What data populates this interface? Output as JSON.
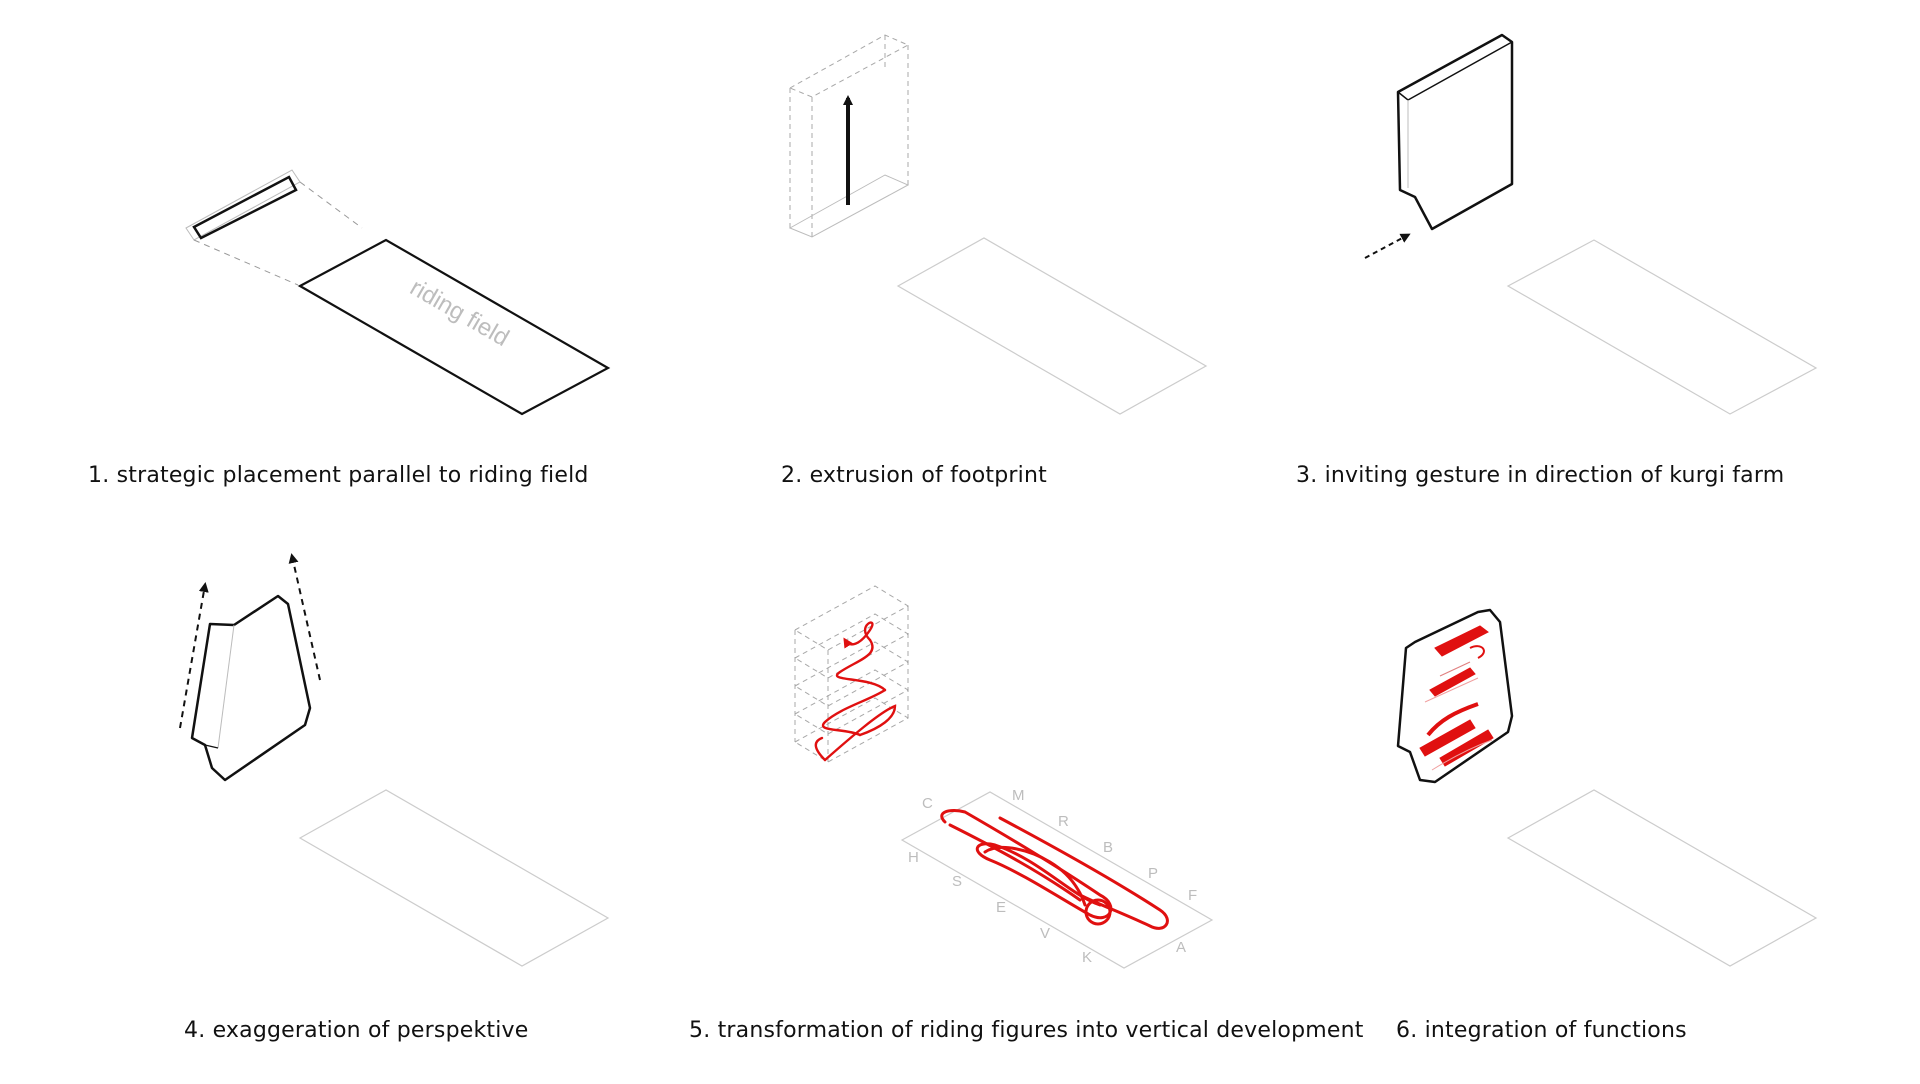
{
  "colors": {
    "stroke": "#111111",
    "faint": "#bcbcbc",
    "accent": "#e01010",
    "text": "#111111"
  },
  "steps": [
    {
      "caption": "1. strategic placement parallel to riding field",
      "field_label": "riding field"
    },
    {
      "caption": "2. extrusion of footprint"
    },
    {
      "caption": "3. inviting gesture in direction of kurgi farm"
    },
    {
      "caption": "4. exaggeration of perspektive"
    },
    {
      "caption": "5. transformation of riding figures into vertical development",
      "arena_letters": [
        "C",
        "M",
        "R",
        "B",
        "P",
        "F",
        "H",
        "S",
        "E",
        "V",
        "K",
        "A"
      ]
    },
    {
      "caption": "6. integration of functions"
    }
  ]
}
